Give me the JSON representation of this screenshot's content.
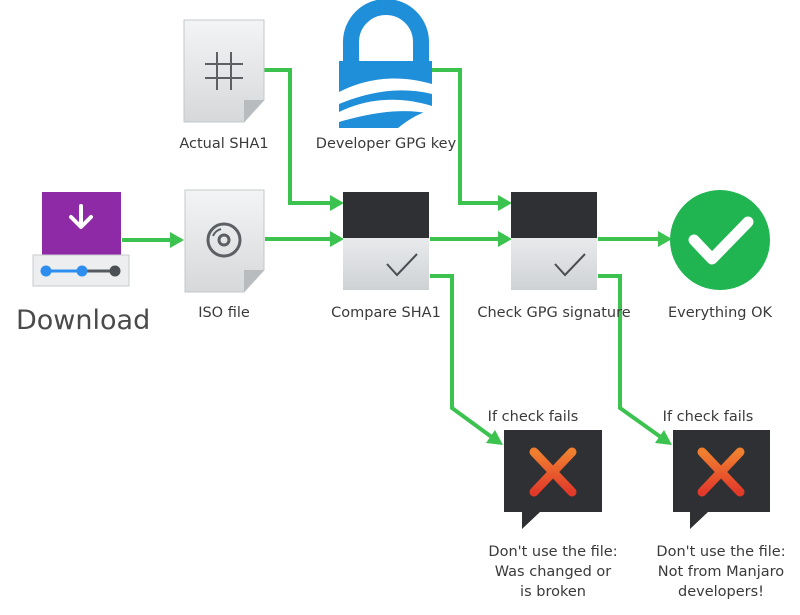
{
  "labels": {
    "download": "Download",
    "iso_file": "ISO file",
    "actual_sha1": "Actual SHA1",
    "developer_gpg_key": "Developer GPG key",
    "compare_sha1": "Compare SHA1",
    "check_gpg_signature": "Check GPG signature",
    "everything_ok": "Everything OK",
    "if_check_fails_1": "If check fails",
    "if_check_fails_2": "If check fails",
    "fail_sha1_line1": "Don't use the file:",
    "fail_sha1_line2": "Was changed or",
    "fail_sha1_line3": "is broken",
    "fail_gpg_line1": "Don't use the file:",
    "fail_gpg_line2": "Not from Manjaro",
    "fail_gpg_line3": "developers!"
  },
  "colors": {
    "arrow": "#3cc24f",
    "ok": "#21b552",
    "download_purple": "#8e2aa6",
    "progress_blue": "#2e8ef0",
    "lock_blue": "#1e8fd8",
    "error": "#e8472a",
    "box_dark": "#2e3033",
    "box_light": "#dcdfe1"
  }
}
